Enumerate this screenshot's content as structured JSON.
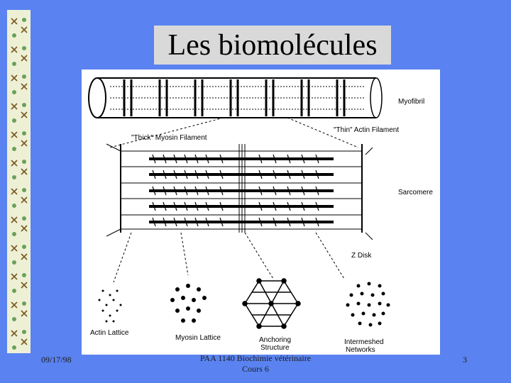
{
  "slide": {
    "title": "Les biomolécules",
    "footer_date": "09/17/98",
    "footer_course_line1": "PAA 1140  Biochimie vétérinaire",
    "footer_course_line2": "Cours 6",
    "page_number": "3"
  },
  "figure": {
    "labels": {
      "myofibril": "Myofibril",
      "thick": "\"Thick\" Myosin Filament",
      "thin": "\"Thin\" Actin Filament",
      "sarcomere": "Sarcomere",
      "zdisk": "Z Disk",
      "actin_lattice": "Actin Lattice",
      "myosin_lattice": "Myosin Lattice",
      "anchoring_1": "Anchoring",
      "anchoring_2": "Structure",
      "intermeshed_1": "Intermeshed",
      "intermeshed_2": "Networks"
    }
  },
  "border_icon": "leaf-ornament",
  "colors": {
    "background": "#5a82f0",
    "title_box": "#d9d9d9",
    "border_strip": "#eef0d6"
  }
}
